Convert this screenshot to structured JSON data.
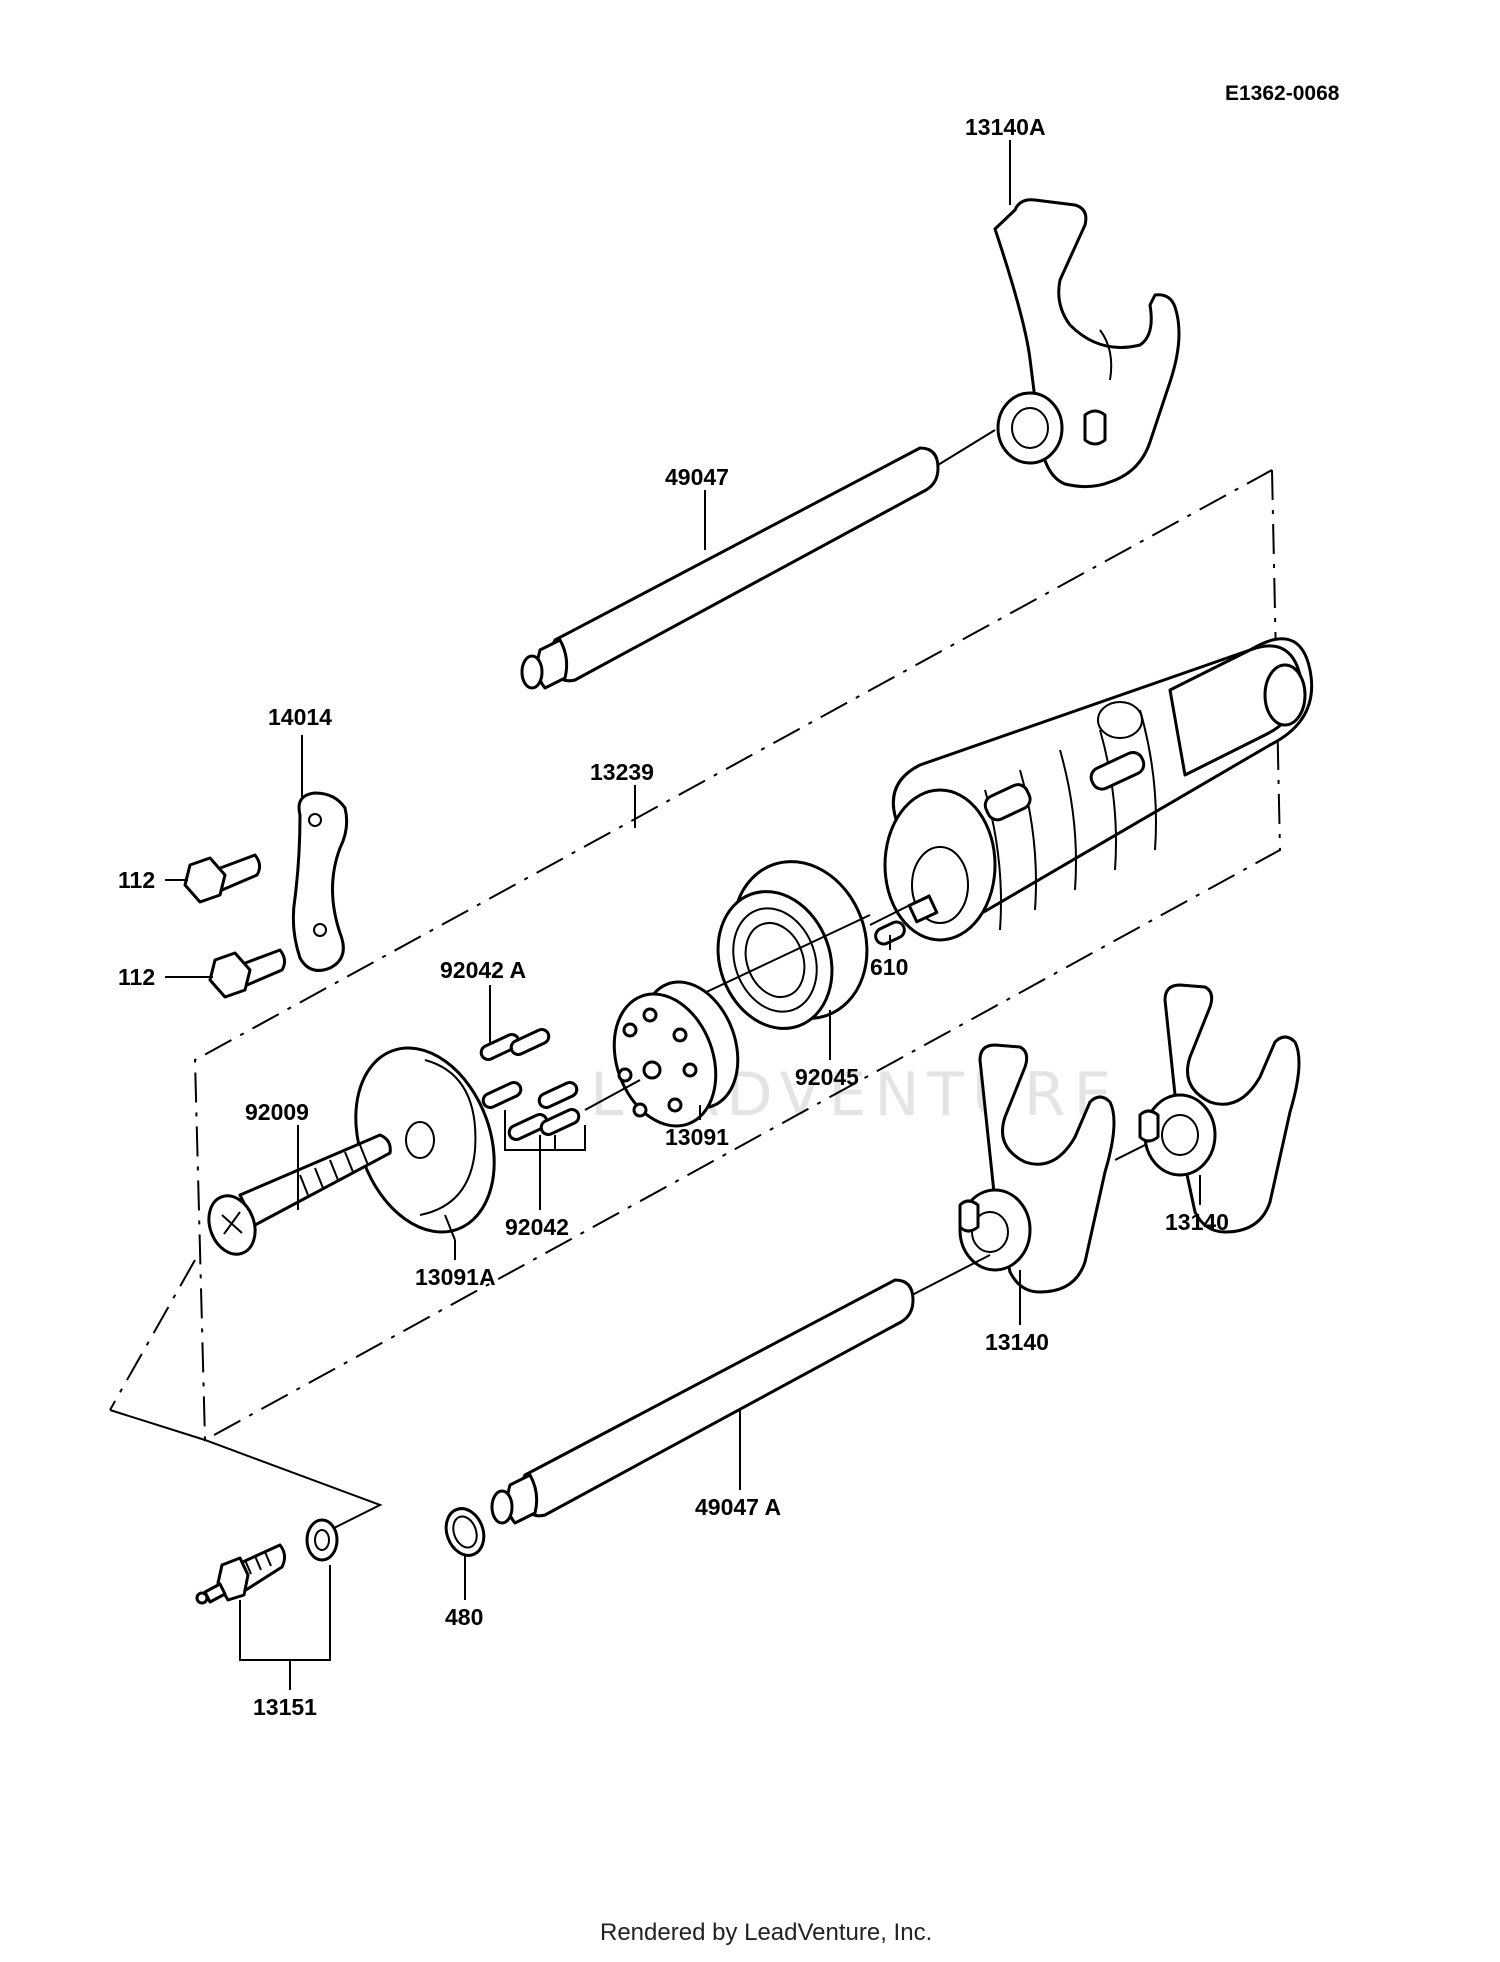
{
  "diagram_code": "E1362-0068",
  "watermark": "LEADVENTURE",
  "footer": "Rendered by LeadVenture, Inc.",
  "parts": {
    "fork_top": "13140A",
    "shaft_upper": "49047",
    "drum_assembly": "13239",
    "holder_plate": "14014",
    "bolt_upper": "112",
    "bolt_lower": "112",
    "pin_upper": "92042 A",
    "screw": "92009",
    "pins": "92042",
    "plate": "13091A",
    "drum_pin_holder": "13091",
    "bearing": "92045",
    "drum_pin": "610",
    "fork_right": "13140",
    "fork_mid": "13140",
    "shaft_lower": "49047 A",
    "circlip": "480",
    "neutral_switch": "13151"
  }
}
